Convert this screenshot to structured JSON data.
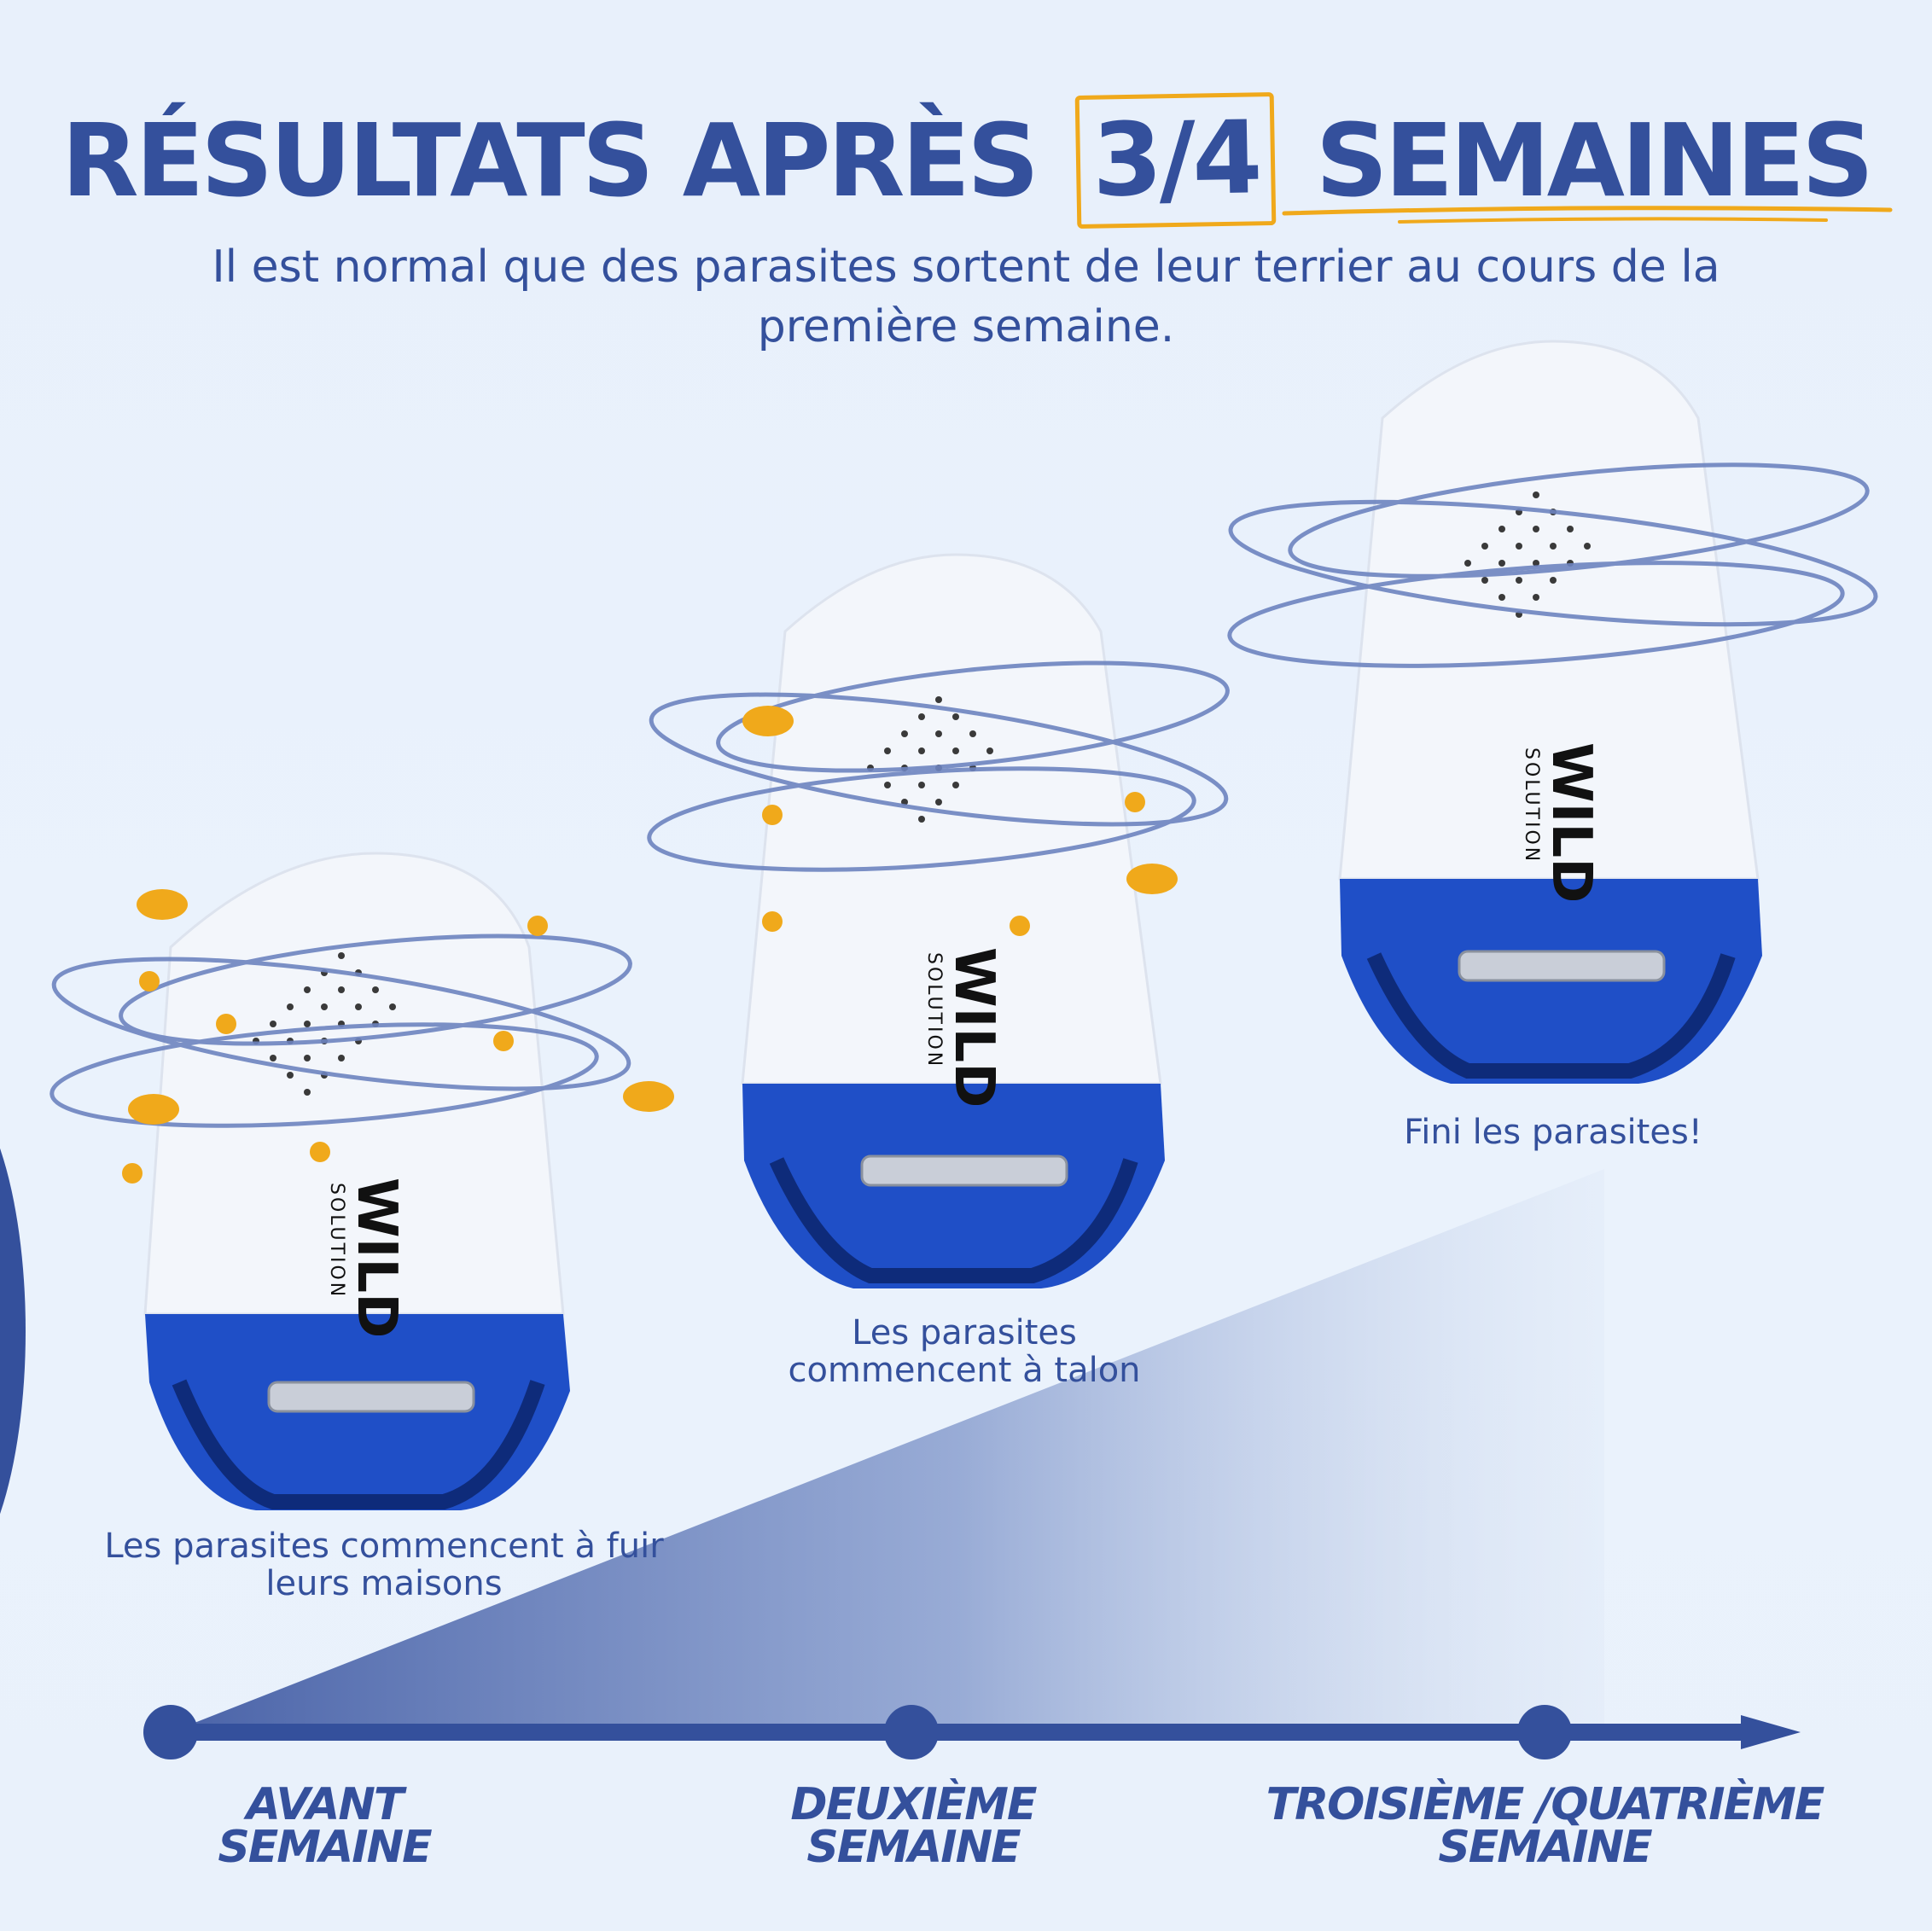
{
  "header": {
    "title_part1": "RÉSULTATS APRÈS",
    "title_highlight": "3/4",
    "title_part2": "SEMAINES",
    "subtitle": "Il est normal que des parasites sortent de leur terrier au cours de la première semaine."
  },
  "devices": [
    {
      "brand": "WILD",
      "brand_sub": "SOLUTION",
      "caption": "Les parasites commencent à fuir leurs maisons"
    },
    {
      "brand": "WILD",
      "brand_sub": "SOLUTION",
      "caption": "Les parasites commencent à talon"
    },
    {
      "brand": "WILD",
      "brand_sub": "SOLUTION",
      "caption": "Fini les parasites!"
    }
  ],
  "timeline": {
    "stage1": "AVANT SEMAINE",
    "stage2": "DEUXIÈME SEMAINE",
    "stage3": "TROISIÈME /QUATRIÈME SEMAINE"
  },
  "colors": {
    "brand_blue": "#34509c",
    "accent_orange": "#f0a91b",
    "device_blue": "#1f4fc7"
  }
}
